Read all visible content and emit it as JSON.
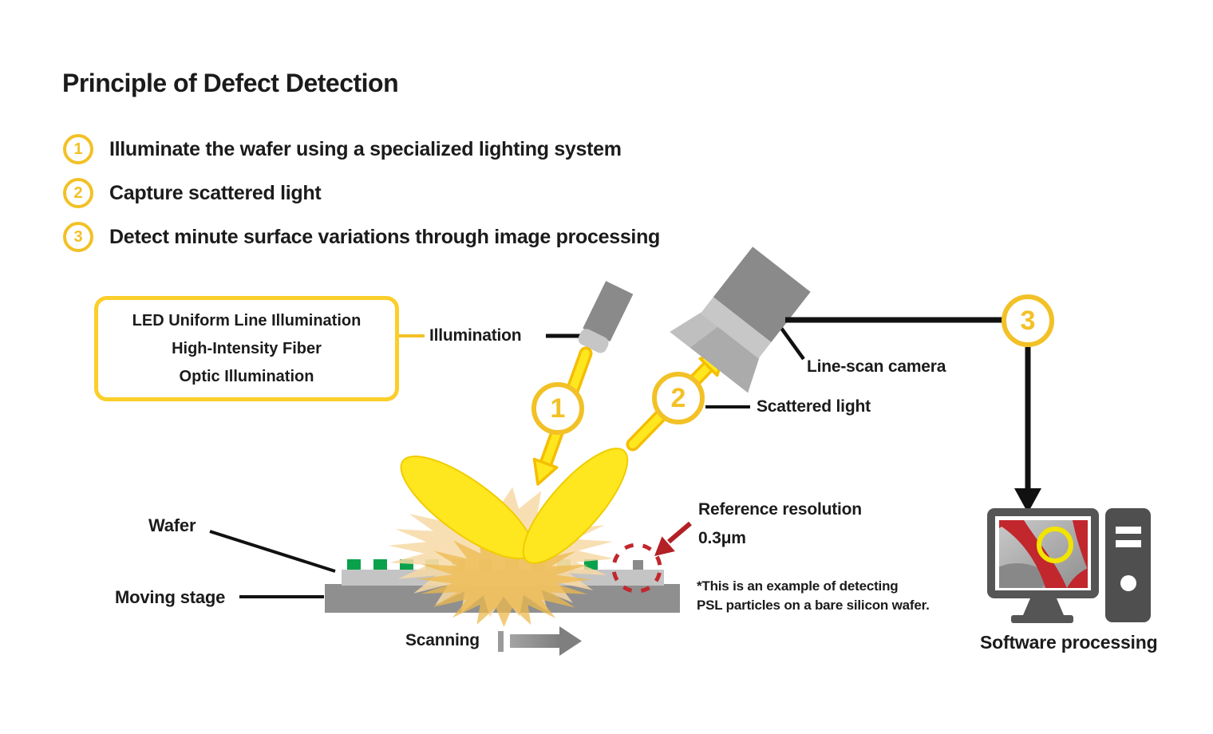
{
  "title": "Principle of Defect Detection",
  "steps": [
    {
      "num": "1",
      "text": "Illuminate the wafer using a specialized lighting system"
    },
    {
      "num": "2",
      "text": "Capture scattered light"
    },
    {
      "num": "3",
      "text": "Detect minute surface variations through image processing"
    }
  ],
  "info_box": {
    "lines": [
      "LED Uniform Line Illumination",
      "High-Intensity Fiber",
      "Optic Illumination"
    ]
  },
  "diagram": {
    "badge1": "1",
    "badge2": "2",
    "badge3": "3",
    "labels": {
      "illumination": "Illumination",
      "line_scan_camera": "Line-scan camera",
      "scattered_light": "Scattered light",
      "wafer": "Wafer",
      "moving_stage": "Moving stage",
      "scanning": "Scanning",
      "software_processing": "Software processing"
    },
    "reference": {
      "line1": "Reference resolution",
      "line2": "0.3μm"
    },
    "footnote": {
      "line1": "*This is an example of detecting",
      "line2": "PSL particles on a bare silicon wafer."
    }
  },
  "colors": {
    "accent": "#F2C126",
    "bright_yellow": "#FFE71F",
    "arrow_outline": "#F5BE00",
    "red": "#C1272D",
    "dark_green": "#0AA14C",
    "light_green": "#9FC86A",
    "wafer_gray": "#C4C4C4",
    "stage_gray": "#8F8F8F",
    "device_gray": "#8A8A8A",
    "monitor_gray": "#555555",
    "peach": "#F7D9A6",
    "orange_glow": "#EDB94E",
    "text": "#1B1B1B"
  }
}
